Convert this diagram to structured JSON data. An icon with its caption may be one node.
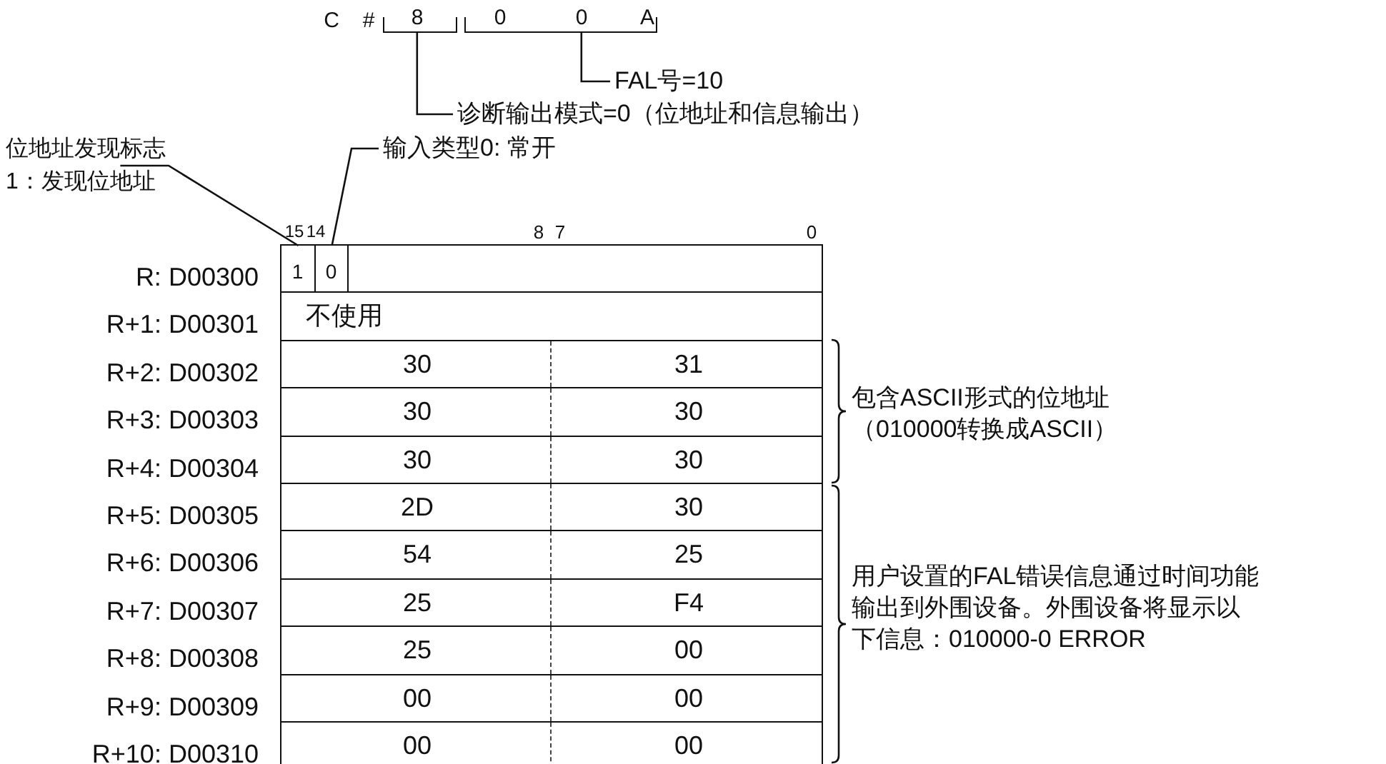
{
  "diagram": {
    "nodes": [
      {
        "text": [
          "8"
        ]
      },
      {
        "text": [
          "0",
          "0",
          "A"
        ]
      },
      {
        "text": [
          "FAL号=10"
        ]
      },
      {
        "text": [
          "诊断输出模式=0（位地址和信息输出）"
        ]
      },
      {
        "text": [
          "位地址发现标志1：发现位地址"
        ]
      },
      {
        "text": [
          "输入类型0: 常开"
        ]
      },
      {
        "text": [],
        "shape": "box",
        "beside": [
          "R: D00300"
        ]
      },
      {
        "text": [
          "1"
        ],
        "in": 6
      },
      {
        "text": [
          "0"
        ],
        "in": 6
      },
      {
        "text": [
          "不使用"
        ],
        "beside": [
          "R+1: D00301"
        ]
      },
      {
        "text": [
          "30",
          "31"
        ],
        "beside": [
          "R+2: D00302"
        ]
      },
      {
        "text": [
          "30",
          "30"
        ],
        "beside": [
          "R+3: D00303"
        ]
      },
      {
        "text": [
          "30",
          "30"
        ],
        "beside": [
          "R+4: D00304"
        ]
      },
      {
        "text": [
          "2D",
          "30"
        ],
        "beside": [
          "R+5: D00305"
        ]
      },
      {
        "text": [
          "54",
          "25"
        ],
        "beside": [
          "R+6: D00306"
        ]
      },
      {
        "text": [
          "25",
          "F4"
        ],
        "beside": [
          "R+7: D00307"
        ]
      },
      {
        "text": [
          "25",
          "00"
        ],
        "beside": [
          "R+8: D00308"
        ]
      },
      {
        "text": [
          "00",
          "00"
        ],
        "beside": [
          "R+9: D00309"
        ]
      },
      {
        "text": [
          "00",
          "00"
        ],
        "beside": [
          "R+10: D00310"
        ]
      }
    ],
    "edges": [
      {
        "from": 2,
        "to": 1,
        "arrow": "none"
      },
      {
        "from": 3,
        "to": 0,
        "arrow": "none"
      },
      {
        "from": 4,
        "to": 7,
        "arrow": "none"
      },
      {
        "from": 5,
        "to": 8,
        "arrow": "none"
      }
    ],
    "labels": [
      "C",
      "#",
      "15",
      "14",
      "8",
      "7",
      "0",
      "包含ASCII形式的位地址（010000转换成ASCII）",
      "用户设置的FAL错误信息通过时间功能输出到外围设备。外围设备将显示以下信息：010000-0 ERROR"
    ]
  }
}
